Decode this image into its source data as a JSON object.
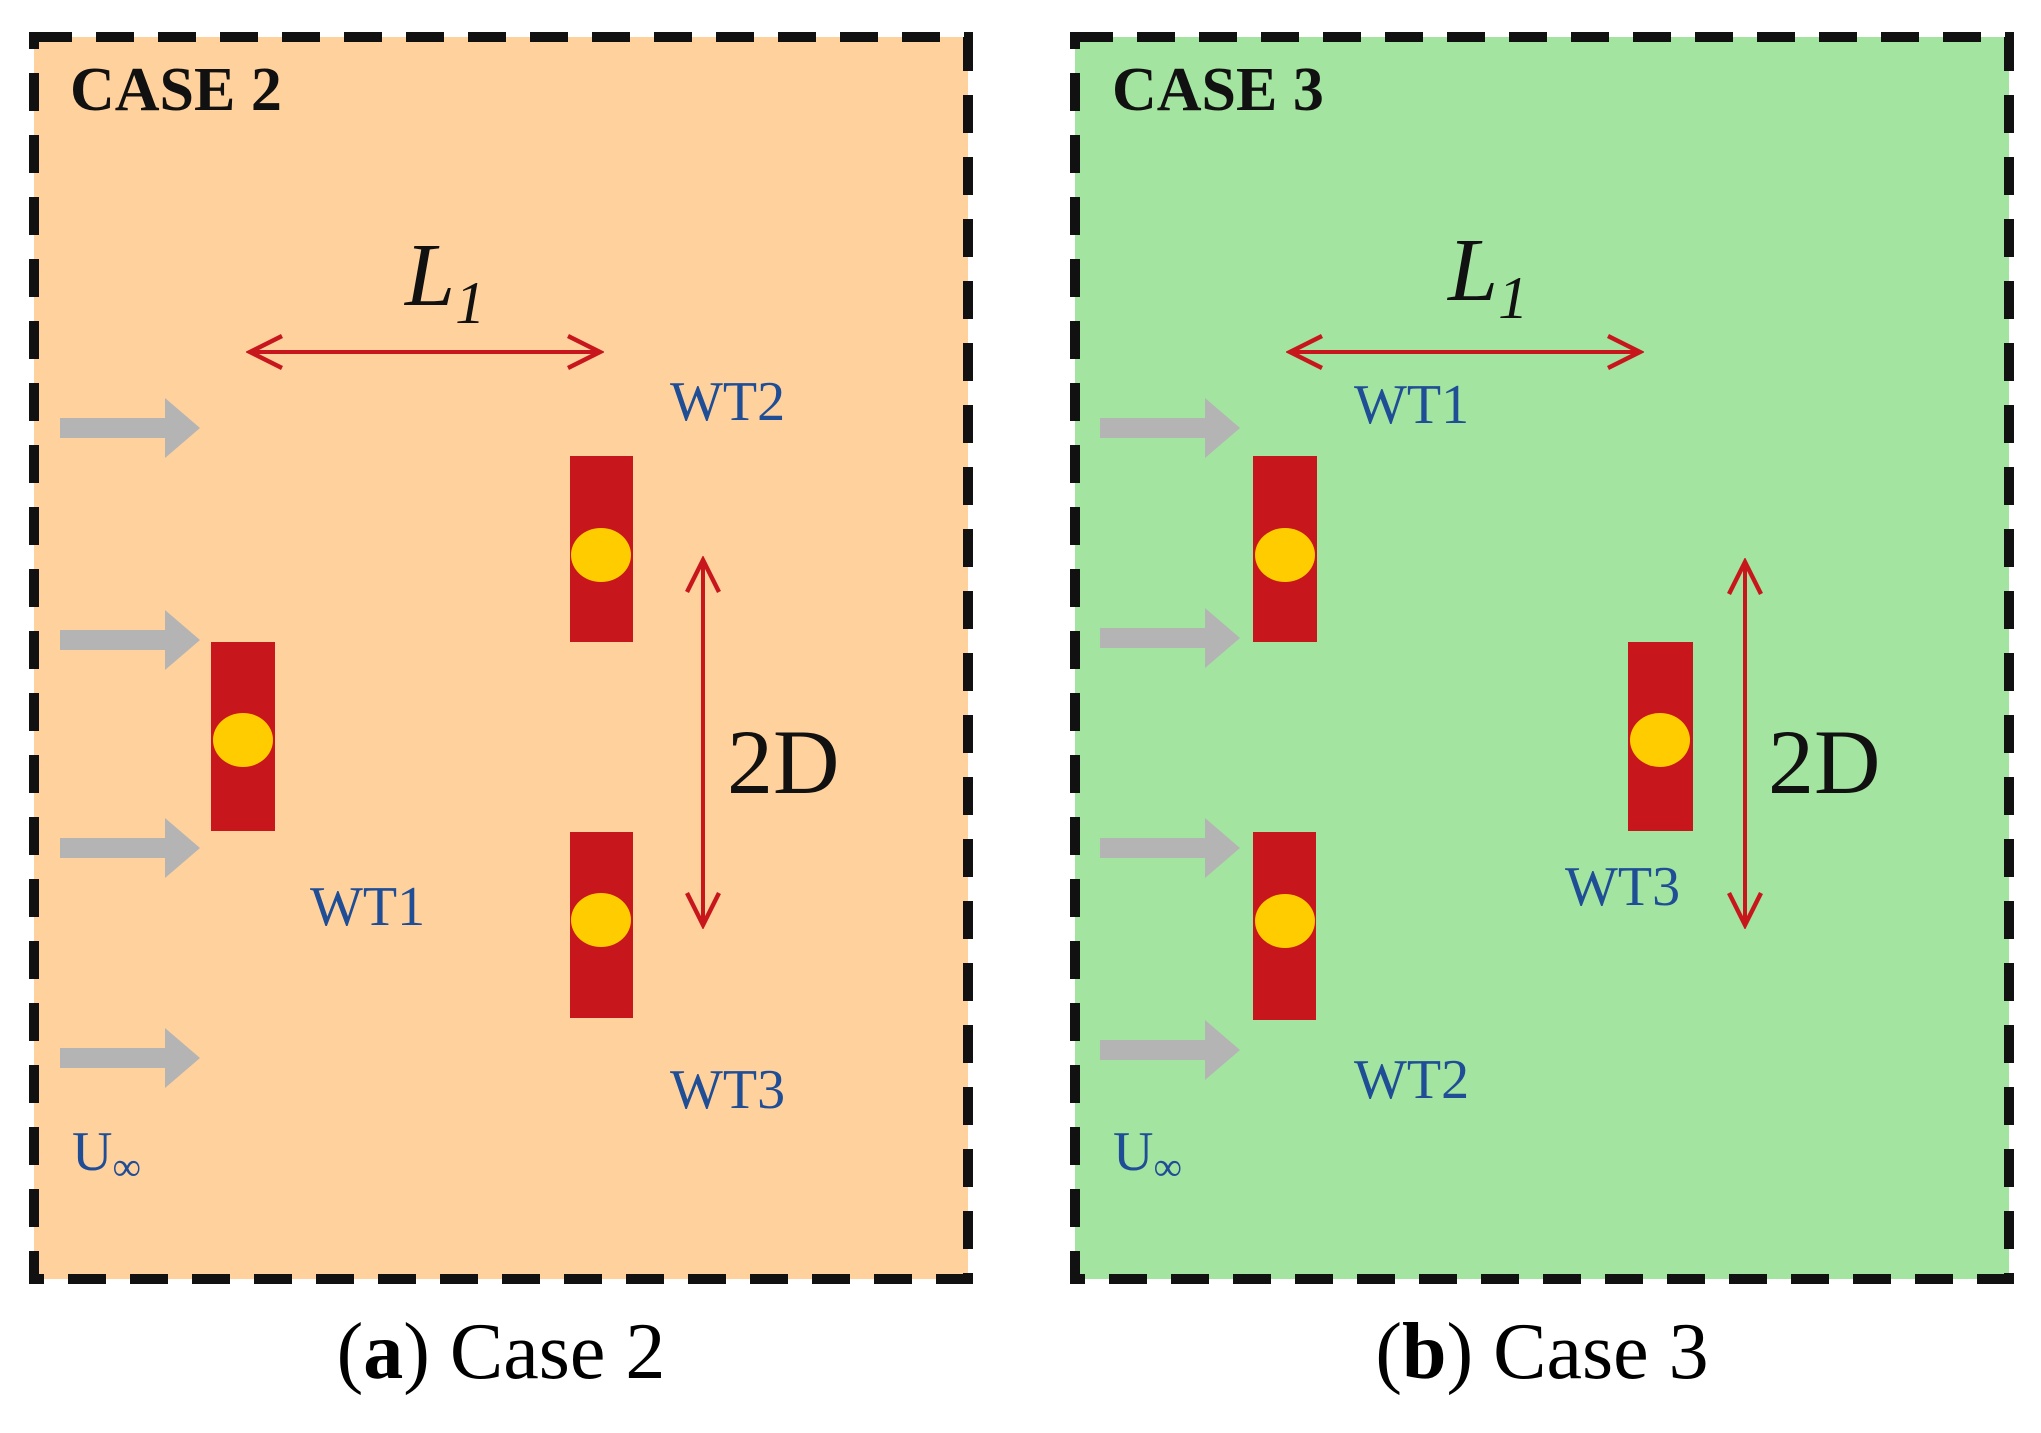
{
  "colors": {
    "panel_a_fill": "#ffd19d",
    "panel_b_fill": "#a3e4a0",
    "border": "#111111",
    "turbine_body": "#c8161d",
    "turbine_hub": "#ffcc00",
    "dimension_arrow": "#c8161d",
    "flow_arrow": "#b4b4b4",
    "wt_label": "#1f4e96"
  },
  "panels": [
    {
      "id": "a",
      "box_label": "CASE 2",
      "spacing_label": "L",
      "spacing_sub": "1",
      "offset_label": "2D",
      "flow_label": "U",
      "flow_sub": "∞",
      "turbine_labels": [
        "WT1",
        "WT2",
        "WT3"
      ],
      "caption_letter": "a",
      "caption_text": "Case 2"
    },
    {
      "id": "b",
      "box_label": "CASE 3",
      "spacing_label": "L",
      "spacing_sub": "1",
      "offset_label": "2D",
      "flow_label": "U",
      "flow_sub": "∞",
      "turbine_labels": [
        "WT1",
        "WT2",
        "WT3"
      ],
      "caption_letter": "b",
      "caption_text": "Case 3"
    }
  ]
}
